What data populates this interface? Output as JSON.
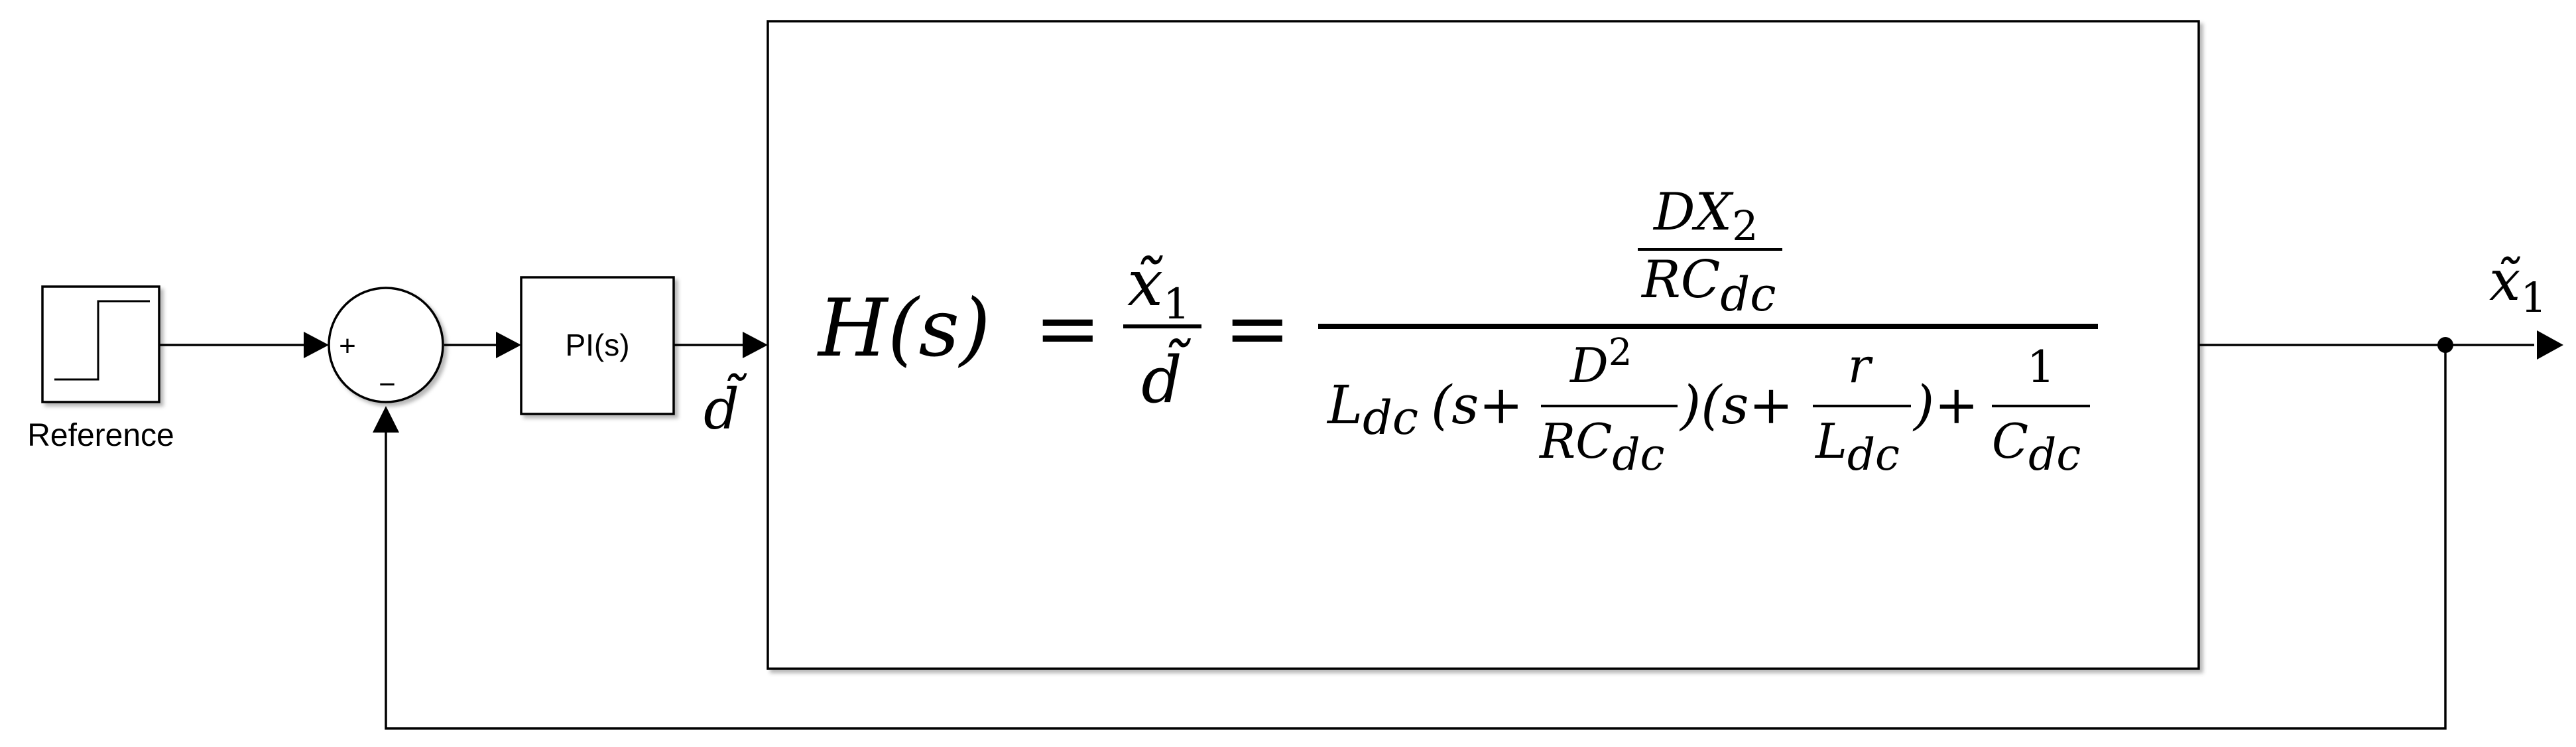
{
  "blocks": {
    "reference": {
      "label": "Reference"
    },
    "sum": {
      "plus": "+",
      "minus": "−"
    },
    "controller": {
      "label": "PI(s)"
    },
    "plant": {
      "lhs": "H(s)",
      "equals": "=",
      "frac1_num": "x̃",
      "frac1_num_sub": "1",
      "frac1_den": "d̃",
      "num_top": "DX",
      "num_top_sub": "2",
      "num_bot": "RC",
      "num_bot_sub": "dc",
      "den_L": "L",
      "den_L_sub": "dc",
      "den_open1": "(s+",
      "d2_num": "D",
      "d2_num_sup": "2",
      "d2_den": "RC",
      "d2_den_sub": "dc",
      "den_close1": ")(s+",
      "r_num": "r",
      "r_den": "L",
      "r_den_sub": "dc",
      "den_close2": ")+",
      "one_num": "1",
      "one_den": "C",
      "one_den_sub": "dc"
    }
  },
  "signals": {
    "duty": "d̃",
    "output": "x̃",
    "output_sub": "1"
  }
}
